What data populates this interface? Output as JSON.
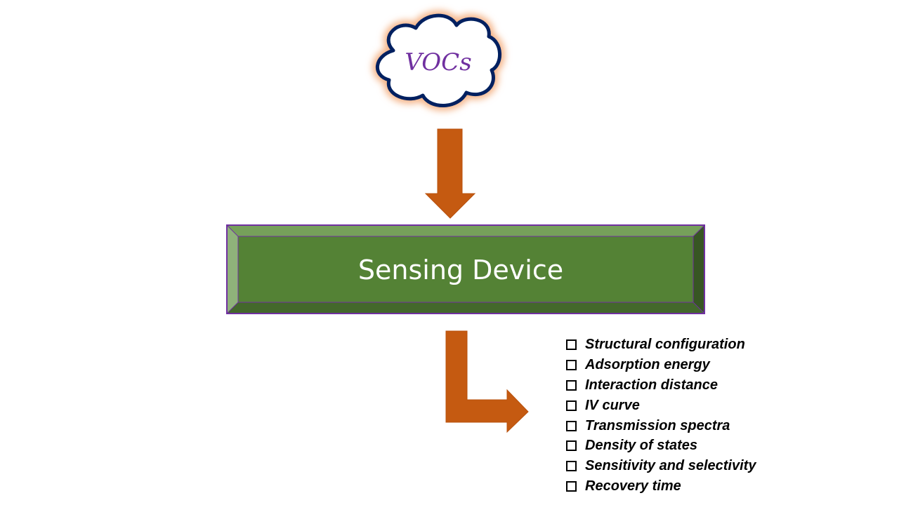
{
  "cloud": {
    "label": "VOCs",
    "icon": "cloud-icon",
    "outline_color": "#002060",
    "glow_color": "#f8cbad",
    "text_color": "#7030a0"
  },
  "device": {
    "label": "Sensing Device",
    "fill_color": "#548235",
    "border_color": "#7030a0"
  },
  "arrows": {
    "color": "#c55a11",
    "down_arrow": "arrow-down-icon",
    "bent_arrow": "arrow-bent-right-icon"
  },
  "results": {
    "bullet_icon": "checkbox-icon",
    "items": [
      "Structural configuration",
      "Adsorption energy",
      "Interaction distance",
      "IV curve",
      "Transmission spectra",
      "Density of states",
      "Sensitivity and selectivity",
      "Recovery time"
    ]
  }
}
